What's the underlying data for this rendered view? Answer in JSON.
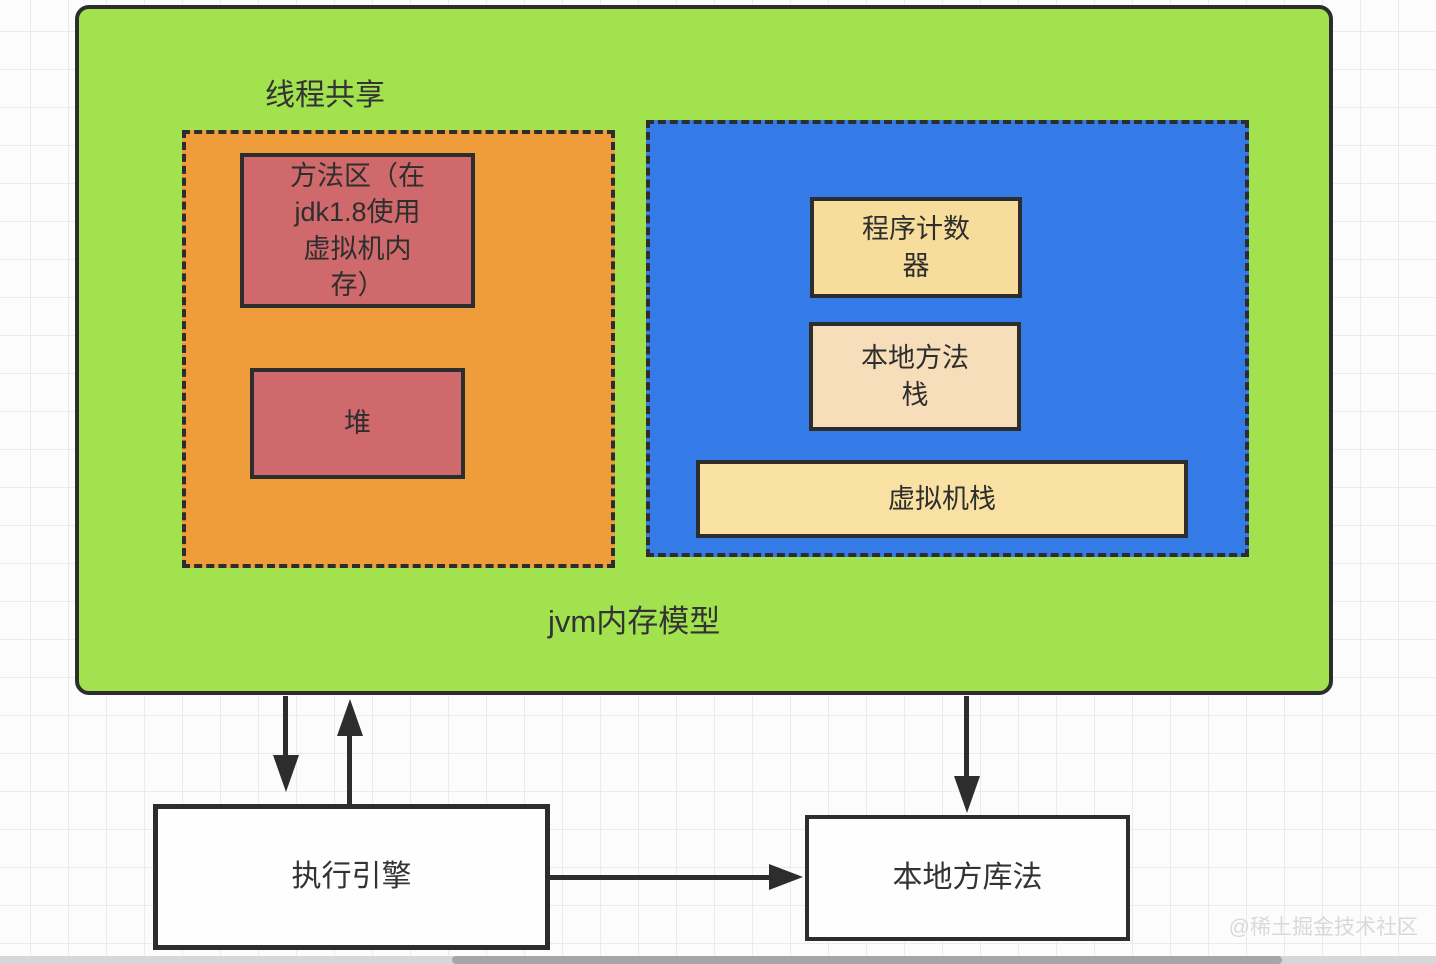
{
  "jvm": {
    "shared_label": "线程共享",
    "model_label": "jvm内存模型",
    "method_area_label": "方法区（在\njdk1.8使用\n虚拟机内\n存）",
    "heap_label": "堆",
    "pc_register_label": "程序计数\n器",
    "native_method_stack_label": "本地方法\n栈",
    "vm_stack_label": "虚拟机栈"
  },
  "engine": {
    "label": "执行引擎"
  },
  "native_lib": {
    "label": "本地方库法"
  },
  "watermark": "@稀土掘金技术社区",
  "colors": {
    "container_green": "#a3e24f",
    "thread_shared_orange": "#ef9d3b",
    "method_heap_red": "#d0696b",
    "thread_private_blue": "#347be8",
    "pc_register_cream": "#f6dd9b",
    "native_stack_cream": "#f6debb",
    "vm_stack_cream": "#f8e1a2",
    "stroke_dark": "#2d2d2d",
    "grid_line": "#ebebee"
  }
}
